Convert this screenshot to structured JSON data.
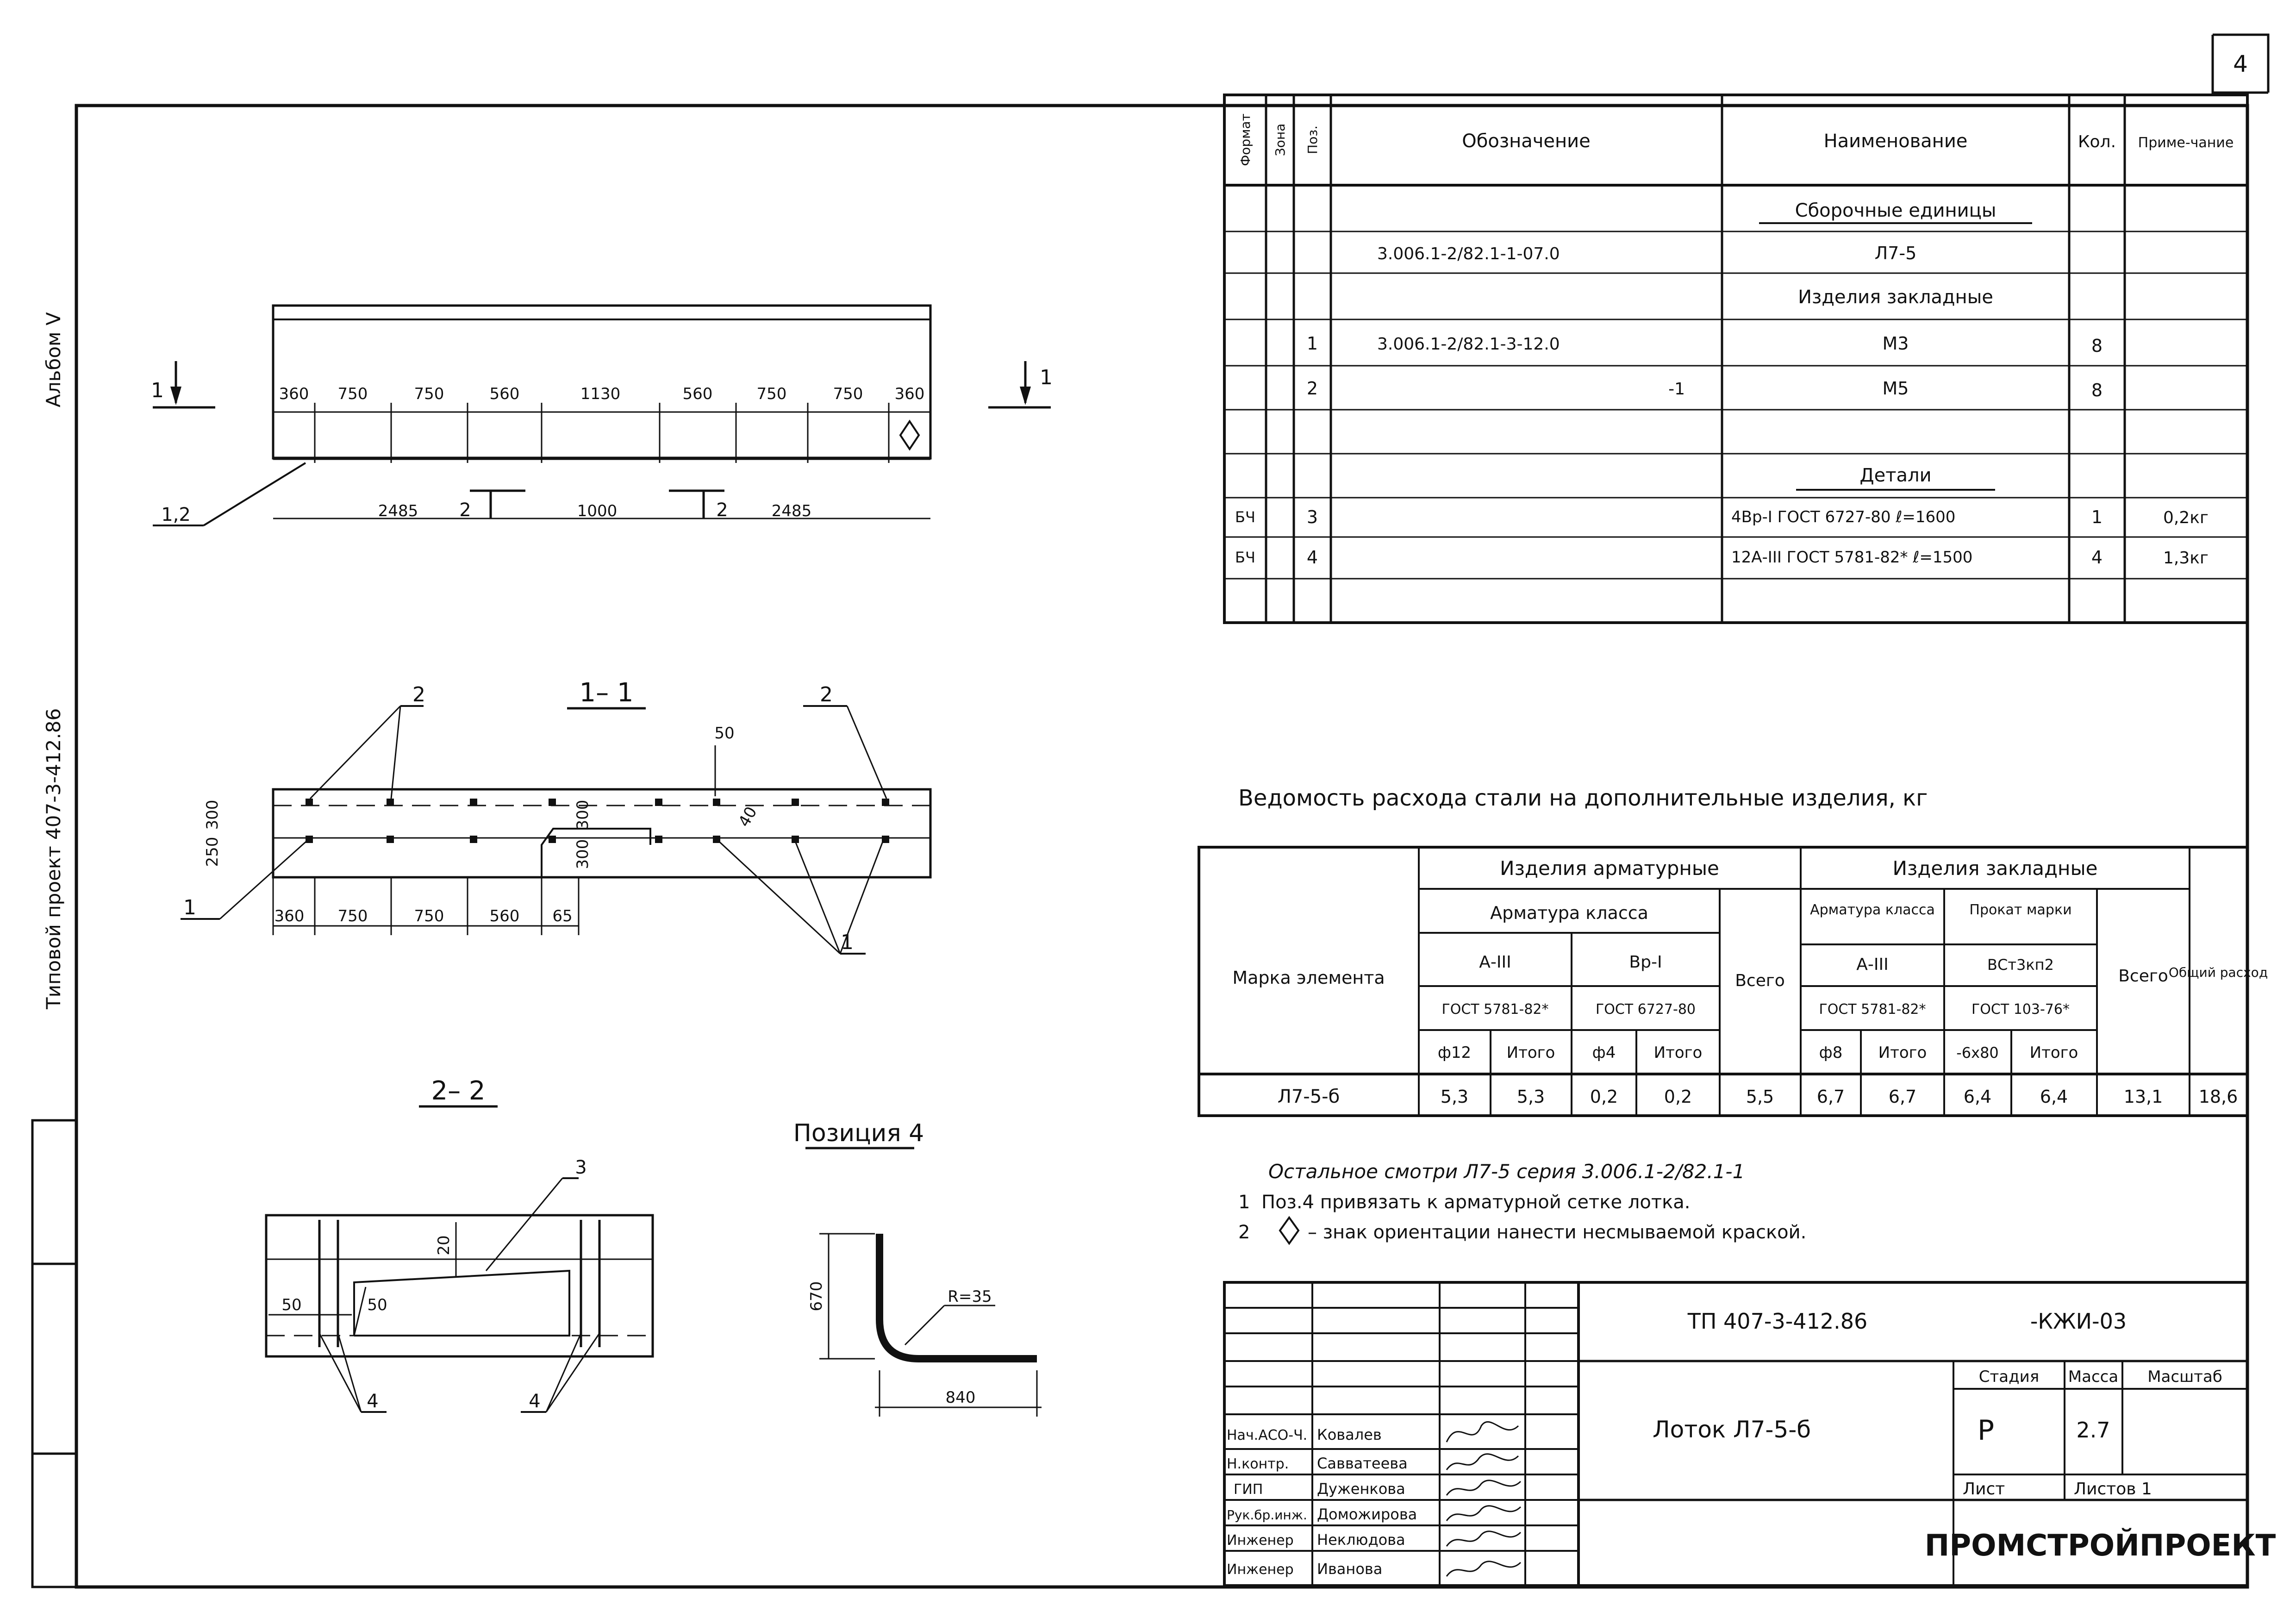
{
  "sheet": {
    "page_number": "4",
    "side_album": "Альбом V",
    "side_project": "Типовой проект 407-3-412.86"
  },
  "plan_view": {
    "section_mark": "1",
    "section_mark_right": "1",
    "top_dims": [
      "360",
      "750",
      "750",
      "560",
      "1130",
      "560",
      "750",
      "750",
      "360"
    ],
    "bottom_dims": [
      "2485",
      "1000",
      "2485"
    ],
    "cut_mark_left": "2",
    "cut_mark_right": "2",
    "callout": "1,2"
  },
  "section_1_1": {
    "title": "1– 1",
    "callout_left_top": "2",
    "callout_right_top": "2",
    "callout_left_bottom": "1",
    "callout_right_bottom": "1",
    "dim_top": "50",
    "dim_diag": "40",
    "left_dims": [
      "250",
      "300"
    ],
    "inner_dims": [
      "300",
      "300"
    ],
    "bottom_dims": [
      "360",
      "750",
      "750",
      "560",
      "65"
    ]
  },
  "section_2_2": {
    "title": "2– 2",
    "callout_top": "3",
    "dim_20": "20",
    "dim_50_left": "50",
    "dim_50_inner": "50",
    "label_bottom_left": "4",
    "label_bottom_right": "4"
  },
  "position_4": {
    "title": "Позиция 4",
    "radius": "R=35",
    "height": "670",
    "length": "840"
  },
  "spec": {
    "headers": [
      "Формат",
      "Зона",
      "Поз.",
      "Обозначение",
      "Наименование",
      "Кол.",
      "Приме-чание"
    ],
    "rows": [
      {
        "format": "",
        "zone": "",
        "pos": "",
        "designation": "",
        "name": "Сборочные единицы",
        "qty": "",
        "note": "",
        "heading": true
      },
      {
        "format": "",
        "zone": "",
        "pos": "",
        "designation": "3.006.1-2/82.1-1-07.0",
        "name": "Л7-5",
        "qty": "",
        "note": "",
        "heading": false
      },
      {
        "format": "",
        "zone": "",
        "pos": "",
        "designation": "",
        "name": "Изделия закладные",
        "qty": "",
        "note": "",
        "heading": false
      },
      {
        "format": "",
        "zone": "",
        "pos": "1",
        "designation": "3.006.1-2/82.1-3-12.0",
        "name": "М3",
        "qty": "8",
        "note": "",
        "heading": false
      },
      {
        "format": "",
        "zone": "",
        "pos": "2",
        "designation": "-1",
        "name": "М5",
        "qty": "8",
        "note": "",
        "heading": false
      },
      {
        "format": "",
        "zone": "",
        "pos": "",
        "designation": "",
        "name": "",
        "qty": "",
        "note": "",
        "heading": false
      },
      {
        "format": "",
        "zone": "",
        "pos": "",
        "designation": "",
        "name": "Детали",
        "qty": "",
        "note": "",
        "heading": true
      },
      {
        "format": "БЧ",
        "zone": "",
        "pos": "3",
        "designation": "",
        "name": "4Вр-I ГОСТ 6727-80 ℓ=1600",
        "qty": "1",
        "note": "0,2кг",
        "heading": false
      },
      {
        "format": "БЧ",
        "zone": "",
        "pos": "4",
        "designation": "",
        "name": "12А-III ГОСТ 5781-82* ℓ=1500",
        "qty": "4",
        "note": "1,3кг",
        "heading": false
      },
      {
        "format": "",
        "zone": "",
        "pos": "",
        "designation": "",
        "name": "",
        "qty": "",
        "note": "",
        "heading": false
      }
    ]
  },
  "steel": {
    "title": "Ведомость расхода стали на дополнительные изделия, кг",
    "h_mark": "Марка элемента",
    "h_arm_products": "Изделия арматурные",
    "h_emb_products": "Изделия закладные",
    "h_arm_class": "Арматура класса",
    "h_a3": "А-III",
    "h_vr1": "Вр-I",
    "h_gost5781": "ГОСТ 5781-82*",
    "h_gost6727": "ГОСТ 6727-80",
    "h_total": "Всего",
    "h_arm_class2": "Арматура класса",
    "h_prokat": "Прокат марки",
    "h_a3b": "А-III",
    "h_vst": "ВСт3кп2",
    "h_gost5781b": "ГОСТ 5781-82*",
    "h_gost103": "ГОСТ 103-76*",
    "h_total2": "Всего",
    "h_overall": "Общий расход",
    "h_d12": "ф12",
    "h_itogo": "Итого",
    "h_d4": "ф4",
    "h_itogo2": "Итого",
    "h_d8": "ф8",
    "h_itogo3": "Итого",
    "h_6x80": "-6х80",
    "h_itogo4": "Итого",
    "row": [
      "Л7-5-б",
      "5,3",
      "5,3",
      "0,2",
      "0,2",
      "5,5",
      "6,7",
      "6,7",
      "6,4",
      "6,4",
      "13,1",
      "18,6"
    ]
  },
  "notes": {
    "line0": "Остальное смотри Л7-5 серия 3.006.1-2/82.1-1",
    "line1_num": "1",
    "line1": "Поз.4 привязать к арматурной сетке лотка.",
    "line2_num": "2",
    "line2": "– знак ориентации нанести несмываемой краской."
  },
  "title_block": {
    "code": "ТП 407-3-412.86",
    "code_suffix": "-КЖИ-03",
    "name": "Лоток Л7-5-б",
    "stage_h": "Стадия",
    "mass_h": "Масса",
    "scale_h": "Масштаб",
    "stage": "Р",
    "mass": "2.7",
    "sheet_h": "Лист",
    "sheets_h": "Листов 1",
    "org": "ПРОМСТРОЙПРОЕКТ",
    "roles": [
      {
        "role": "Нач.АСО-Ч.",
        "name": "Ковалев"
      },
      {
        "role": "Н.контр.",
        "name": "Савватеева"
      },
      {
        "role": "ГИП",
        "name": "Дуженкова"
      },
      {
        "role": "Рук.бр.инж.",
        "name": "Доможирова"
      },
      {
        "role": "Инженер",
        "name": "Неклюдова"
      },
      {
        "role": "Инженер",
        "name": "Иванова"
      }
    ]
  }
}
